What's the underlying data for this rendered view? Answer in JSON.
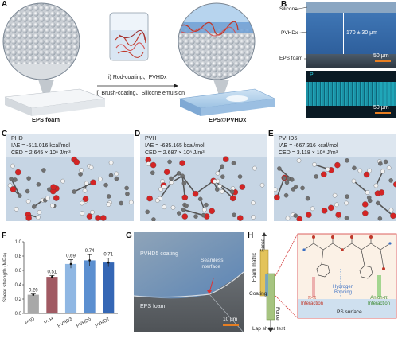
{
  "panels": {
    "A": {
      "label": "A",
      "left_caption": "EPS foam",
      "right_caption": "EPS@PVHDx",
      "step1": "i) Rod-coating、PVHDx",
      "step2": "ii) Brush-coating、Silicone emulsion"
    },
    "B": {
      "label": "B",
      "layer_silicone": "Silicone",
      "layer_pvhdx": "PVHDx",
      "layer_eps": "EPS foam",
      "thickness": "170 ± 30 μm",
      "scalebar_top": "50 μm",
      "scalebar_bottom": "50 μm",
      "element": "P"
    },
    "C": {
      "label": "C",
      "title": "PHD",
      "iae": "IAE = -511.016 kcal/mol",
      "ced": "CED = 2.645 × 10⁸ J/m³"
    },
    "D": {
      "label": "D",
      "title": "PVH",
      "iae": "IAE = -635.165 kcal/mol",
      "ced": "CED = 2.687 × 10⁸ J/m³"
    },
    "E": {
      "label": "E",
      "title": "PVHD5",
      "iae": "IAE = -667.316 kcal/mol",
      "ced": "CED = 3.118 × 10⁸ J/m³"
    },
    "G": {
      "label": "G",
      "coating": "PVHD5 coating",
      "interface": "Seamless\ninterface",
      "foam": "EPS foam",
      "scalebar": "10 μm"
    },
    "H": {
      "label": "H",
      "force_top": "Force",
      "force_bottom": "Force",
      "foam_matrix": "Foam matrix",
      "coating": "Coating",
      "test": "Lap shear test",
      "pi_pi": "π-π\nInteraction",
      "hbond": "Hydrogen\nBonding",
      "anion_pi": "Anion-π\nInteraction",
      "surface": "PS surface"
    }
  },
  "chart_data": {
    "type": "bar",
    "label": "F",
    "categories": [
      "PHD",
      "PVH",
      "PVHD3",
      "PVHD5",
      "PVHD7"
    ],
    "values": [
      0.26,
      0.51,
      0.69,
      0.74,
      0.71
    ],
    "value_labels": [
      "0.26",
      "0.51",
      "0.69",
      "0.74",
      "0.71"
    ],
    "errors": [
      0.01,
      0.02,
      0.06,
      0.08,
      0.06
    ],
    "colors": [
      "#a8a8a8",
      "#a15a63",
      "#8fb7e3",
      "#5b8fd0",
      "#3567b5"
    ],
    "ylabel": "Shear strength (MPa)",
    "ylim": [
      0,
      1.0
    ],
    "yticks": [
      "0.0",
      "0.2",
      "0.4",
      "0.6",
      "0.8",
      "1.0"
    ]
  }
}
